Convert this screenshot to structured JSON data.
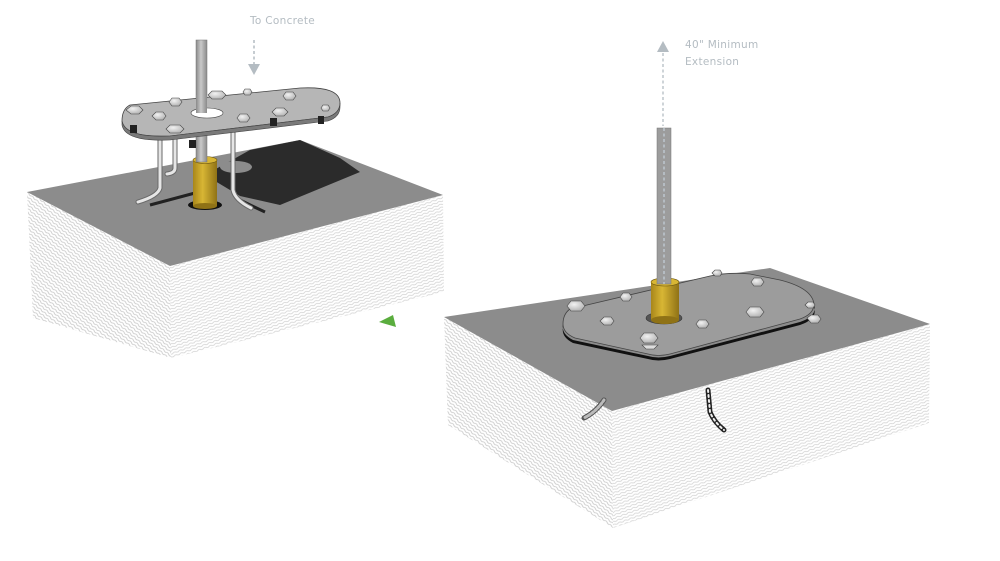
{
  "labels": {
    "to_concrete": "To Concrete",
    "extension_line1": "40\" Minimum",
    "extension_line2": "Extension"
  },
  "icons": {
    "down_arrow": "dashed-arrow-down",
    "up_arrow": "dashed-arrow-up",
    "step_arrow": "green-triangle-right"
  },
  "colors": {
    "background": "#ffffff",
    "concrete_top": "#8c8c8c",
    "concrete_hatch": "#c8c8c8",
    "plate": "#a8a8a8",
    "sleeve": "#c9a825",
    "mast": "#9c9c9c",
    "annotation": "#b4bcc2",
    "arrow_green": "#5aad3e",
    "shadow": "#2a2a2a"
  },
  "panels": [
    {
      "name": "before",
      "description": "Base plate with J-bolts lowered into concrete footing"
    },
    {
      "name": "after",
      "description": "Base plate set flush on concrete with mast extended"
    }
  ]
}
